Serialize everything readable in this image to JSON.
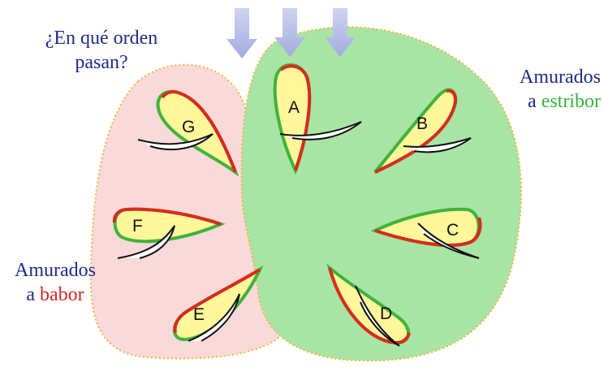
{
  "question": {
    "line1": "¿En qué orden",
    "line2": "pasan?"
  },
  "starboard_label": {
    "line1": "Amurados",
    "prefix": "a",
    "side": "estribor"
  },
  "port_label": {
    "line1": "Amurados",
    "prefix": "a",
    "side": "babor"
  },
  "boats": {
    "A": "A",
    "B": "B",
    "C": "C",
    "D": "D",
    "E": "E",
    "F": "F",
    "G": "G"
  },
  "colors": {
    "starboard_zone": "#a8e4a4",
    "port_zone": "#f9d9d9",
    "wind_arrow": "#b6bde6",
    "hull_fill": "#fff79a",
    "green_edge": "#3fb33b",
    "red_edge": "#d92a20",
    "text_blue": "#1f2a87"
  }
}
